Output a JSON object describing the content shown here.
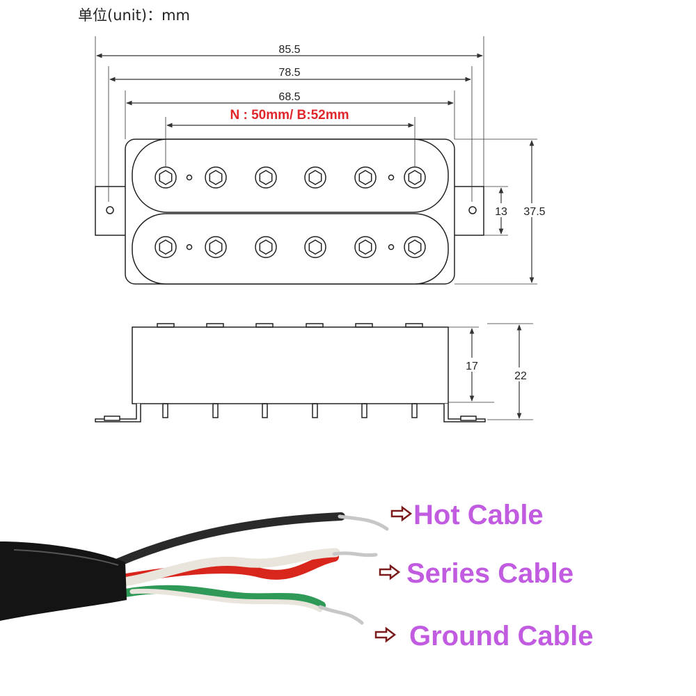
{
  "unit_label": "单位(unit)：mm",
  "dimensions": {
    "overall_width": "85.5",
    "mount_hole_spacing": "78.5",
    "cover_width": "68.5",
    "pole_spacing": "N : 50mm/ B:52mm",
    "coil_height": "13",
    "overall_length": "37.5",
    "body_height": "17",
    "total_height": "22"
  },
  "cables": {
    "hot": "Hot Cable",
    "series": "Series Cable",
    "ground": "Ground Cable"
  },
  "colors": {
    "line": "#222222",
    "dimension_line": "#333333",
    "pole_spacing_text": "#e0262b",
    "cable_label": "#c15ce0",
    "arrow": "#7a1a1a",
    "wire_black": "#2a2a2a",
    "wire_red": "#d9261c",
    "wire_white": "#e9e4dc",
    "wire_green": "#2f9a57",
    "wire_tip": "#c7c7c7",
    "jacket": "#141414"
  }
}
